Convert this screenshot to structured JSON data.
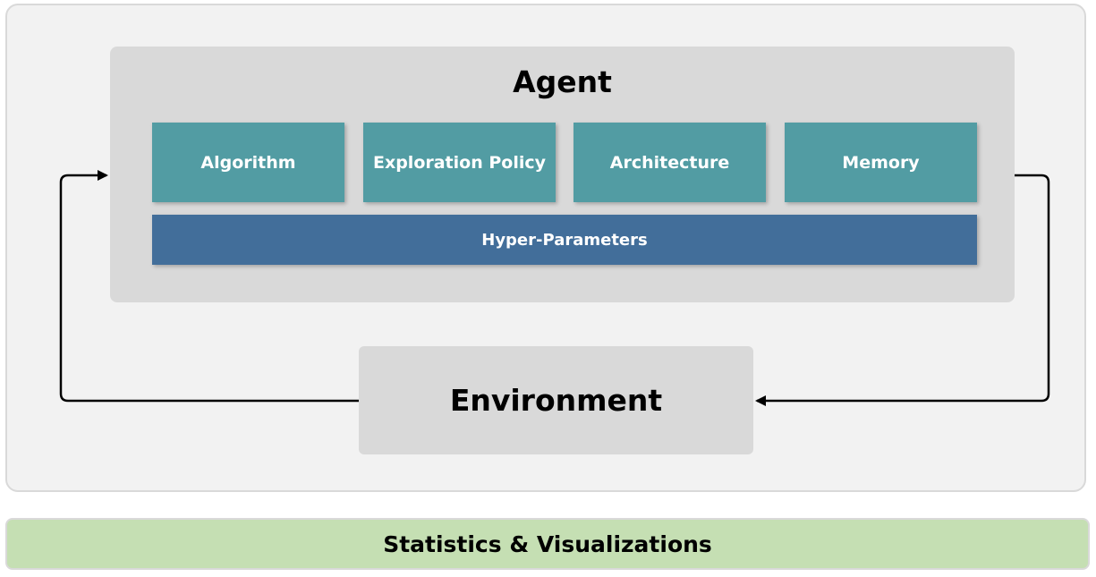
{
  "agent": {
    "title": "Agent",
    "components": [
      {
        "label": "Algorithm"
      },
      {
        "label": "Exploration Policy"
      },
      {
        "label": "Architecture"
      },
      {
        "label": "Memory"
      }
    ],
    "hyper_parameters_label": "Hyper-Parameters"
  },
  "environment": {
    "label": "Environment"
  },
  "footer": {
    "label": "Statistics & Visualizations"
  },
  "colors": {
    "component_fill": "#529ca3",
    "hyper_parameters_fill": "#426e9a",
    "container_fill": "#d9d9d9",
    "footer_fill": "#c5dfb3",
    "arrow": "#000000"
  }
}
